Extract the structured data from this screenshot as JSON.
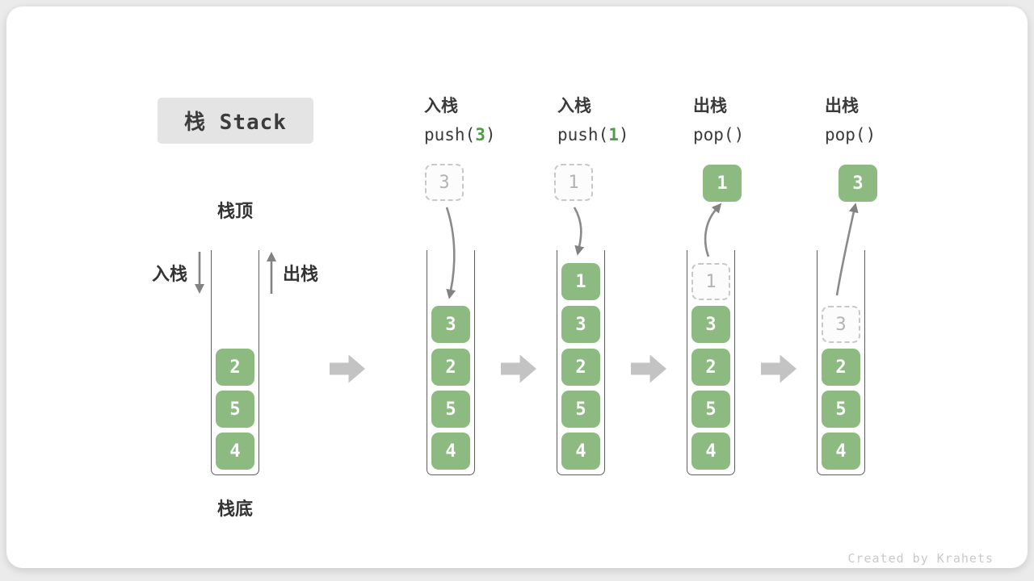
{
  "title": "栈 Stack",
  "watermark": "Created by Krahets",
  "colors": {
    "element_green": "#8cba81",
    "code_arg_green": "#509c49",
    "ghost_border": "#c8c8c8",
    "ghost_text": "#b3b3b3",
    "arrow_grey": "#828282",
    "block_arrow_grey": "#c3c3c3",
    "text_dark": "#3a3a3a",
    "title_bg": "#e4e4e4"
  },
  "initial_stack": {
    "top_label": "栈顶",
    "bottom_label": "栈底",
    "push_label": "入栈",
    "pop_label": "出栈",
    "elements": [
      "2",
      "5",
      "4"
    ]
  },
  "stages": [
    {
      "op_label": "入栈",
      "code_pre": "push(",
      "code_arg": "3",
      "code_post": ")",
      "floating_value": "3",
      "floating_style": "ghost",
      "elements": [
        "3",
        "2",
        "5",
        "4"
      ]
    },
    {
      "op_label": "入栈",
      "code_pre": "push(",
      "code_arg": "1",
      "code_post": ")",
      "floating_value": "1",
      "floating_style": "ghost",
      "elements": [
        "1",
        "3",
        "2",
        "5",
        "4"
      ]
    },
    {
      "op_label": "出栈",
      "code_pre": "pop()",
      "code_arg": "",
      "code_post": "",
      "floating_value": "1",
      "floating_style": "solid",
      "ghost_value": "1",
      "elements": [
        "3",
        "2",
        "5",
        "4"
      ]
    },
    {
      "op_label": "出栈",
      "code_pre": "pop()",
      "code_arg": "",
      "code_post": "",
      "floating_value": "3",
      "floating_style": "solid",
      "ghost_value": "3",
      "elements": [
        "2",
        "5",
        "4"
      ]
    }
  ]
}
